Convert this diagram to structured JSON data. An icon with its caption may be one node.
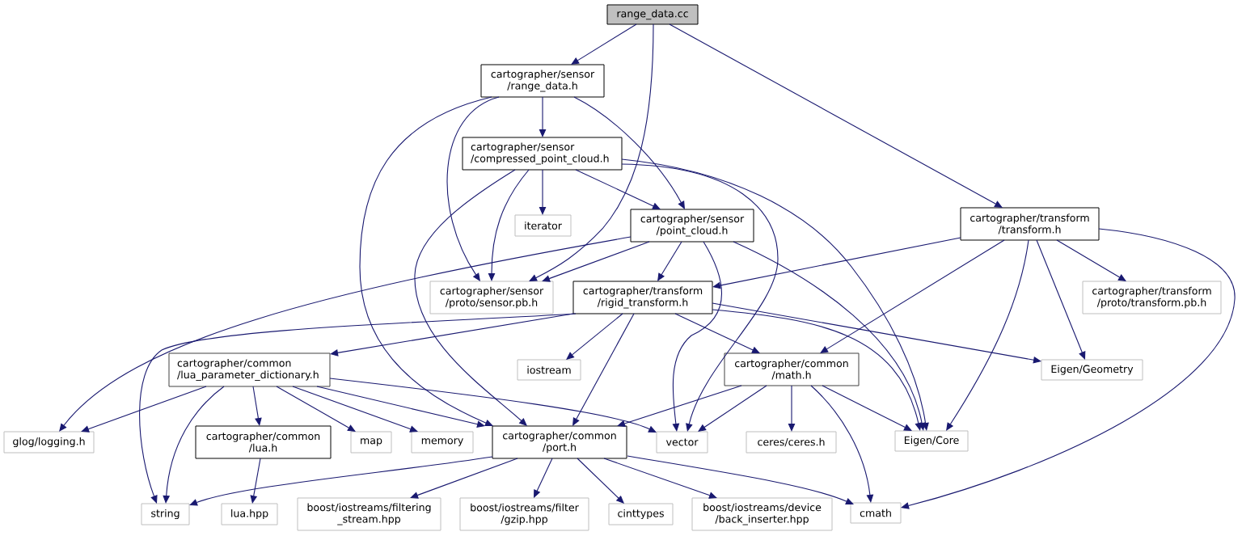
{
  "diagram": {
    "nodes": [
      {
        "text": [
          "range_data.cc"
        ]
      },
      {
        "text": [
          "cartographer/sensor /range_data.h"
        ]
      },
      {
        "text": [
          "cartographer/sensor /compressed_point_cloud.h"
        ]
      },
      {
        "text": [
          "iterator"
        ]
      },
      {
        "text": [
          "cartographer/sensor /point_cloud.h"
        ]
      },
      {
        "text": [
          "cartographer/transform /transform.h"
        ]
      },
      {
        "text": [
          "cartographer/sensor /proto/sensor.pb.h"
        ]
      },
      {
        "text": [
          "cartographer/transform /rigid_transform.h"
        ]
      },
      {
        "text": [
          "cartographer/transform /proto/transform.pb.h"
        ]
      },
      {
        "text": [
          "cartographer/common /lua_parameter_dictionary.h"
        ]
      },
      {
        "text": [
          "iostream"
        ]
      },
      {
        "text": [
          "cartographer/common /math.h"
        ]
      },
      {
        "text": [
          "Eigen/Geometry"
        ]
      },
      {
        "text": [
          "glog/logging.h"
        ]
      },
      {
        "text": [
          "cartographer/common /lua.h"
        ]
      },
      {
        "text": [
          "map"
        ]
      },
      {
        "text": [
          "memory"
        ]
      },
      {
        "text": [
          "cartographer/common /port.h"
        ]
      },
      {
        "text": [
          "vector"
        ]
      },
      {
        "text": [
          "ceres/ceres.h"
        ]
      },
      {
        "text": [
          "Eigen/Core"
        ]
      },
      {
        "text": [
          "string"
        ]
      },
      {
        "text": [
          "lua.hpp"
        ]
      },
      {
        "text": [
          "boost/iostreams/filtering _stream.hpp"
        ]
      },
      {
        "text": [
          "boost/iostreams/filter /gzip.hpp"
        ]
      },
      {
        "text": [
          "cinttypes"
        ]
      },
      {
        "text": [
          "boost/iostreams/device /back_inserter.hpp"
        ]
      },
      {
        "text": [
          "cmath"
        ]
      }
    ],
    "edges": [
      {
        "from": 0,
        "to": 1,
        "arrow": "to"
      },
      {
        "from": 0,
        "to": 6,
        "arrow": "to"
      },
      {
        "from": 0,
        "to": 5,
        "arrow": "to"
      },
      {
        "from": 1,
        "to": 2,
        "arrow": "to"
      },
      {
        "from": 1,
        "to": 4,
        "arrow": "to"
      },
      {
        "from": 1,
        "to": 6,
        "arrow": "to"
      },
      {
        "from": 1,
        "to": 17,
        "arrow": "to"
      },
      {
        "from": 2,
        "to": 3,
        "arrow": "to"
      },
      {
        "from": 2,
        "to": 4,
        "arrow": "to"
      },
      {
        "from": 2,
        "to": 6,
        "arrow": "to"
      },
      {
        "from": 2,
        "to": 17,
        "arrow": "to"
      },
      {
        "from": 2,
        "to": 18,
        "arrow": "to"
      },
      {
        "from": 2,
        "to": 20,
        "arrow": "to"
      },
      {
        "from": 4,
        "to": 13,
        "arrow": "to"
      },
      {
        "from": 4,
        "to": 6,
        "arrow": "to"
      },
      {
        "from": 4,
        "to": 7,
        "arrow": "to"
      },
      {
        "from": 4,
        "to": 18,
        "arrow": "to"
      },
      {
        "from": 4,
        "to": 20,
        "arrow": "to"
      },
      {
        "from": 5,
        "to": 7,
        "arrow": "to"
      },
      {
        "from": 5,
        "to": 11,
        "arrow": "to"
      },
      {
        "from": 5,
        "to": 20,
        "arrow": "to"
      },
      {
        "from": 5,
        "to": 12,
        "arrow": "to"
      },
      {
        "from": 5,
        "to": 8,
        "arrow": "to"
      },
      {
        "from": 5,
        "to": 27,
        "arrow": "to"
      },
      {
        "from": 7,
        "to": 9,
        "arrow": "to"
      },
      {
        "from": 7,
        "to": 21,
        "arrow": "to"
      },
      {
        "from": 7,
        "to": 10,
        "arrow": "to"
      },
      {
        "from": 7,
        "to": 17,
        "arrow": "to"
      },
      {
        "from": 7,
        "to": 11,
        "arrow": "to"
      },
      {
        "from": 7,
        "to": 12,
        "arrow": "to"
      },
      {
        "from": 7,
        "to": 20,
        "arrow": "to"
      },
      {
        "from": 9,
        "to": 13,
        "arrow": "to"
      },
      {
        "from": 9,
        "to": 21,
        "arrow": "to"
      },
      {
        "from": 9,
        "to": 14,
        "arrow": "to"
      },
      {
        "from": 9,
        "to": 15,
        "arrow": "to"
      },
      {
        "from": 9,
        "to": 16,
        "arrow": "to"
      },
      {
        "from": 9,
        "to": 17,
        "arrow": "to"
      },
      {
        "from": 9,
        "to": 18,
        "arrow": "to"
      },
      {
        "from": 11,
        "to": 17,
        "arrow": "to"
      },
      {
        "from": 11,
        "to": 18,
        "arrow": "to"
      },
      {
        "from": 11,
        "to": 19,
        "arrow": "to"
      },
      {
        "from": 11,
        "to": 20,
        "arrow": "to"
      },
      {
        "from": 11,
        "to": 27,
        "arrow": "to"
      },
      {
        "from": 14,
        "to": 22,
        "arrow": "to"
      },
      {
        "from": 17,
        "to": 21,
        "arrow": "to"
      },
      {
        "from": 17,
        "to": 23,
        "arrow": "to"
      },
      {
        "from": 17,
        "to": 24,
        "arrow": "to"
      },
      {
        "from": 17,
        "to": 25,
        "arrow": "to"
      },
      {
        "from": 17,
        "to": 26,
        "arrow": "to"
      },
      {
        "from": 17,
        "to": 27,
        "arrow": "to"
      }
    ]
  }
}
